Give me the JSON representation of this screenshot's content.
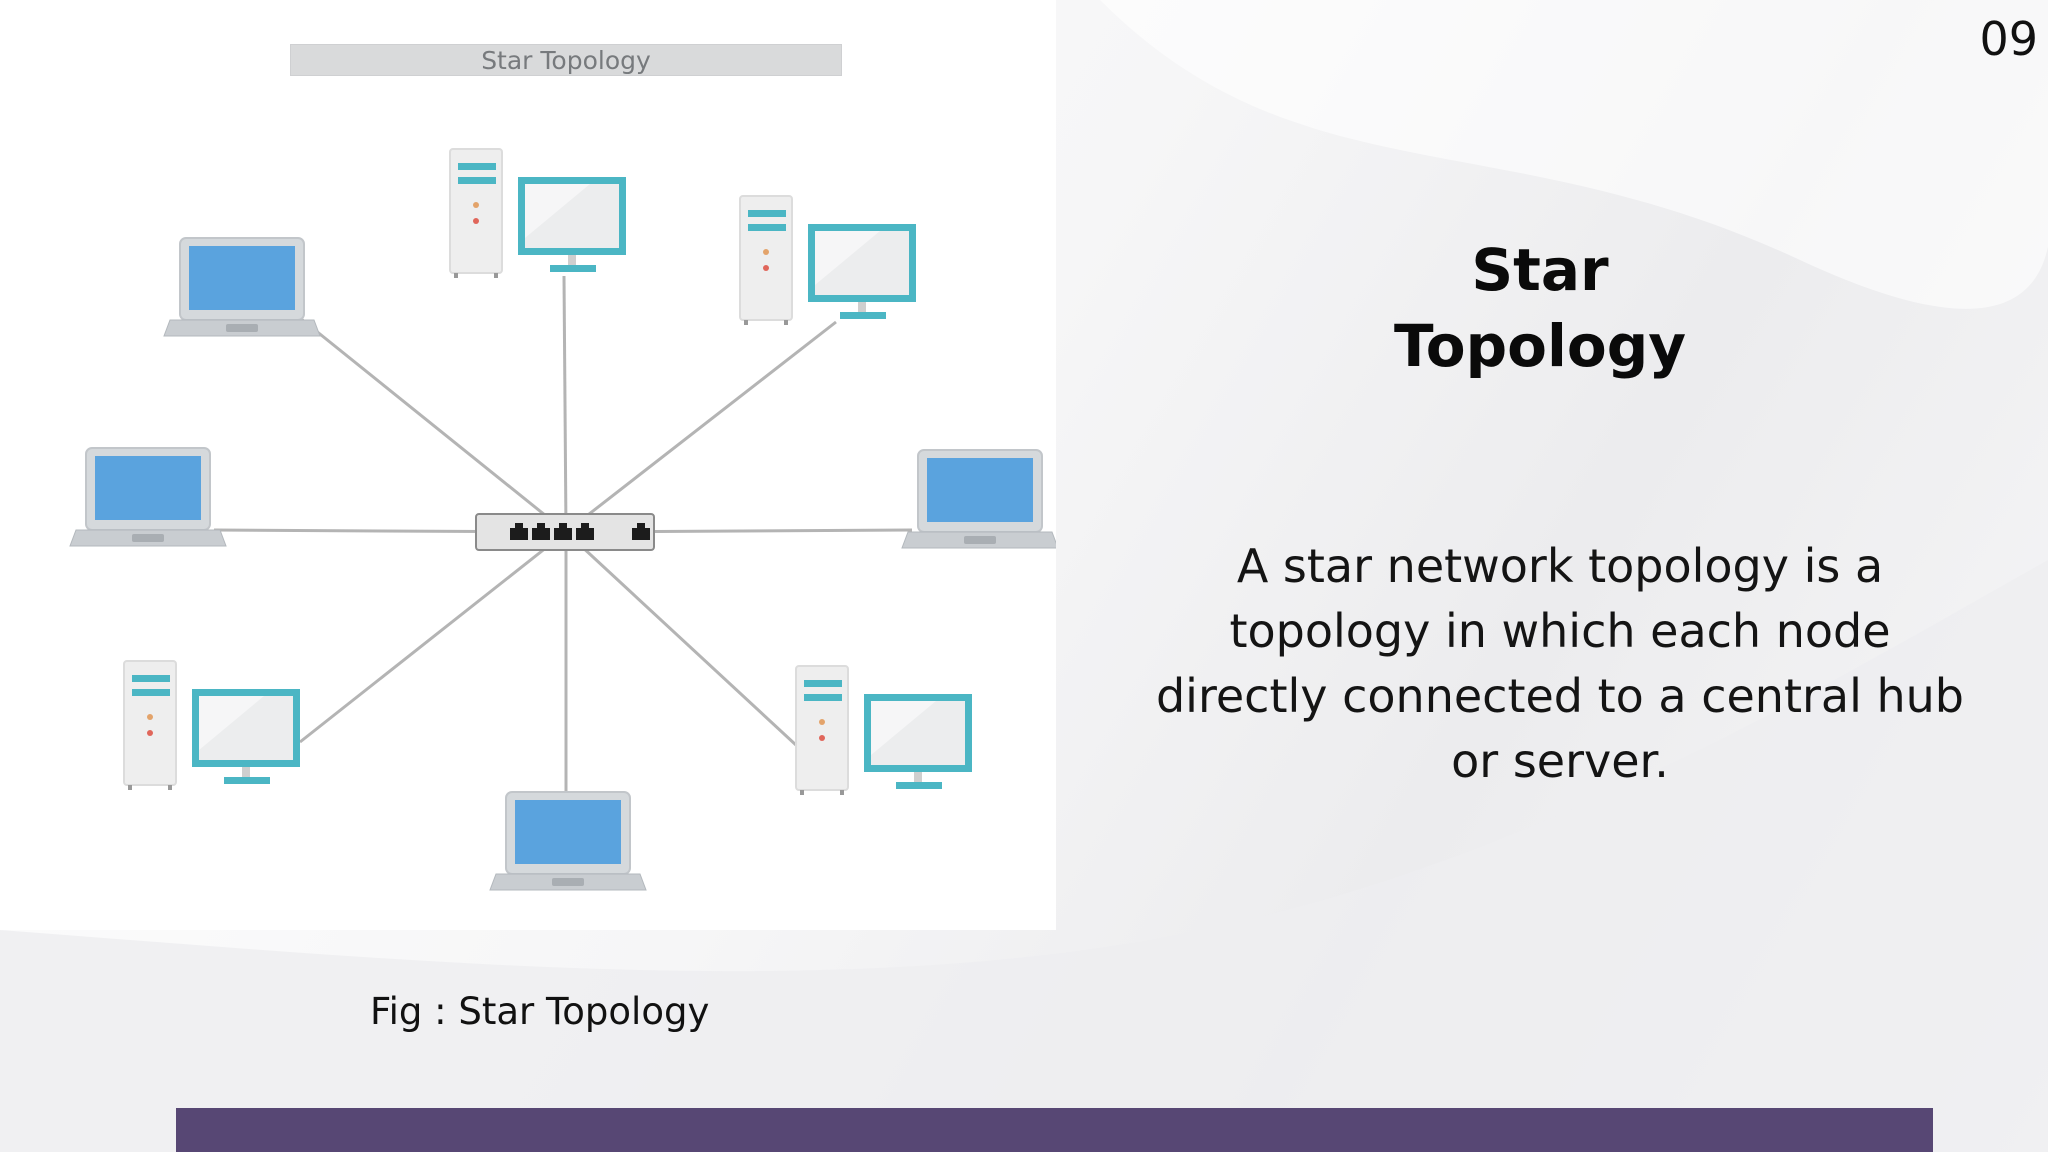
{
  "page_number": "09",
  "title_lines": [
    "Star",
    "Topology"
  ],
  "description": "A star network topology is a topology in which each node directly connected to a central  hub or server.",
  "figure": {
    "header_label": "Star Topology",
    "caption": "Fig : Star Topology"
  },
  "colors": {
    "screen": "#5aa3de",
    "teal": "#4bb6c4",
    "cable": "#b4b4b4",
    "footer_bar": "#574774"
  },
  "nodes": [
    {
      "id": "laptop-top-left",
      "kind": "laptop"
    },
    {
      "id": "desktop-top",
      "kind": "desktop"
    },
    {
      "id": "desktop-top-right",
      "kind": "desktop"
    },
    {
      "id": "laptop-left",
      "kind": "laptop"
    },
    {
      "id": "laptop-right",
      "kind": "laptop"
    },
    {
      "id": "desktop-bottom-left",
      "kind": "desktop"
    },
    {
      "id": "laptop-bottom",
      "kind": "laptop"
    },
    {
      "id": "desktop-bottom-right",
      "kind": "desktop"
    }
  ],
  "hub": {
    "id": "central-hub",
    "icon": "network-switch-icon"
  }
}
